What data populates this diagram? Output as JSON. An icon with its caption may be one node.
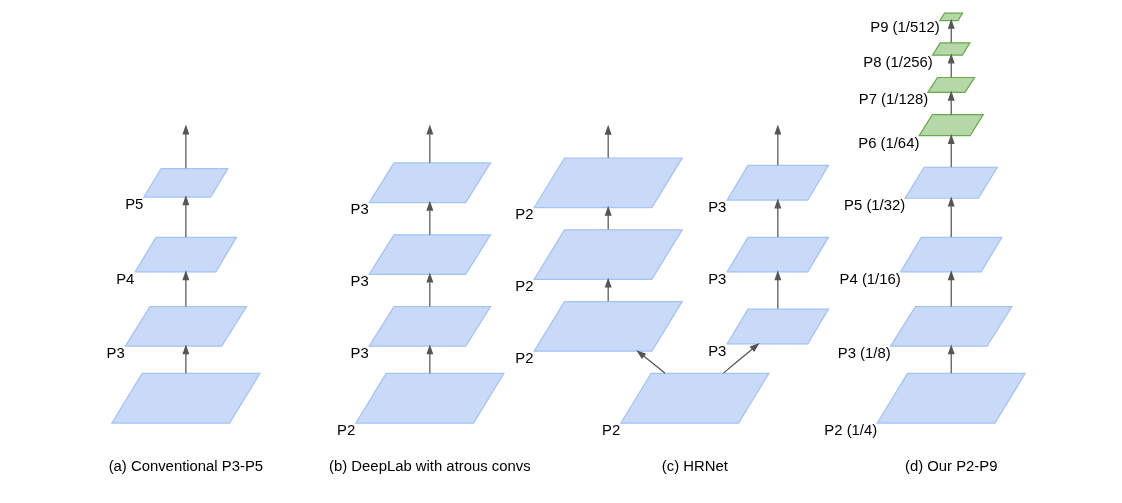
{
  "diagram": {
    "nodes": [
      {
        "text": [],
        "shape": "parallelogram"
      },
      {
        "text": [],
        "shape": "parallelogram",
        "beside": [
          "P3"
        ]
      },
      {
        "text": [],
        "shape": "parallelogram",
        "beside": [
          "P4"
        ]
      },
      {
        "text": [],
        "shape": "parallelogram",
        "beside": [
          "P5"
        ]
      },
      {
        "text": [],
        "shape": "parallelogram",
        "beside": [
          "P2"
        ]
      },
      {
        "text": [],
        "shape": "parallelogram",
        "beside": [
          "P3"
        ]
      },
      {
        "text": [],
        "shape": "parallelogram",
        "beside": [
          "P3"
        ]
      },
      {
        "text": [],
        "shape": "parallelogram",
        "beside": [
          "P3"
        ]
      },
      {
        "text": [],
        "shape": "parallelogram",
        "beside": [
          "P2"
        ]
      },
      {
        "text": [],
        "shape": "parallelogram",
        "beside": [
          "P2"
        ]
      },
      {
        "text": [],
        "shape": "parallelogram",
        "beside": [
          "P2"
        ]
      },
      {
        "text": [],
        "shape": "parallelogram",
        "beside": [
          "P2"
        ]
      },
      {
        "text": [],
        "shape": "parallelogram",
        "beside": [
          "P3"
        ]
      },
      {
        "text": [],
        "shape": "parallelogram",
        "beside": [
          "P3"
        ]
      },
      {
        "text": [],
        "shape": "parallelogram",
        "beside": [
          "P3"
        ]
      },
      {
        "text": [],
        "shape": "parallelogram",
        "beside": [
          "P2 (1/4)"
        ]
      },
      {
        "text": [],
        "shape": "parallelogram",
        "beside": [
          "P3 (1/8)"
        ]
      },
      {
        "text": [],
        "shape": "parallelogram",
        "beside": [
          "P4 (1/16)"
        ]
      },
      {
        "text": [],
        "shape": "parallelogram",
        "beside": [
          "P5 (1/32)"
        ]
      },
      {
        "text": [],
        "shape": "parallelogram",
        "beside": [
          "P6 (1/64)"
        ]
      },
      {
        "text": [],
        "shape": "parallelogram",
        "beside": [
          "P7 (1/128)"
        ]
      },
      {
        "text": [],
        "shape": "parallelogram",
        "beside": [
          "P8 (1/256)"
        ]
      },
      {
        "text": [],
        "shape": "parallelogram",
        "beside": [
          "P9 (1/512)"
        ]
      }
    ],
    "edges": [
      {
        "from": 0,
        "to": 1,
        "arrow": "to"
      },
      {
        "from": 1,
        "to": 2,
        "arrow": "to"
      },
      {
        "from": 2,
        "to": 3,
        "arrow": "to"
      },
      {
        "from": 3,
        "to": null,
        "arrow": "to"
      },
      {
        "from": 4,
        "to": 5,
        "arrow": "to"
      },
      {
        "from": 5,
        "to": 6,
        "arrow": "to"
      },
      {
        "from": 6,
        "to": 7,
        "arrow": "to"
      },
      {
        "from": 7,
        "to": null,
        "arrow": "to"
      },
      {
        "from": 8,
        "to": 9,
        "arrow": "to"
      },
      {
        "from": 9,
        "to": 10,
        "arrow": "to"
      },
      {
        "from": 10,
        "to": 11,
        "arrow": "to"
      },
      {
        "from": 11,
        "to": null,
        "arrow": "to"
      },
      {
        "from": 8,
        "to": 12,
        "arrow": "to"
      },
      {
        "from": 12,
        "to": 13,
        "arrow": "to"
      },
      {
        "from": 13,
        "to": 14,
        "arrow": "to"
      },
      {
        "from": 14,
        "to": null,
        "arrow": "to"
      },
      {
        "from": 15,
        "to": 16,
        "arrow": "to"
      },
      {
        "from": 16,
        "to": 17,
        "arrow": "to"
      },
      {
        "from": 17,
        "to": 18,
        "arrow": "to"
      },
      {
        "from": 18,
        "to": 19,
        "arrow": "to"
      },
      {
        "from": 19,
        "to": 20,
        "arrow": "to"
      },
      {
        "from": 20,
        "to": 21,
        "arrow": "to"
      },
      {
        "from": 21,
        "to": 22,
        "arrow": "to"
      }
    ],
    "labels": [
      "(a) Conventional P3-P5",
      "(b) DeepLab with atrous convs",
      "(c) HRNet",
      "(d) Our P2-P9"
    ]
  }
}
